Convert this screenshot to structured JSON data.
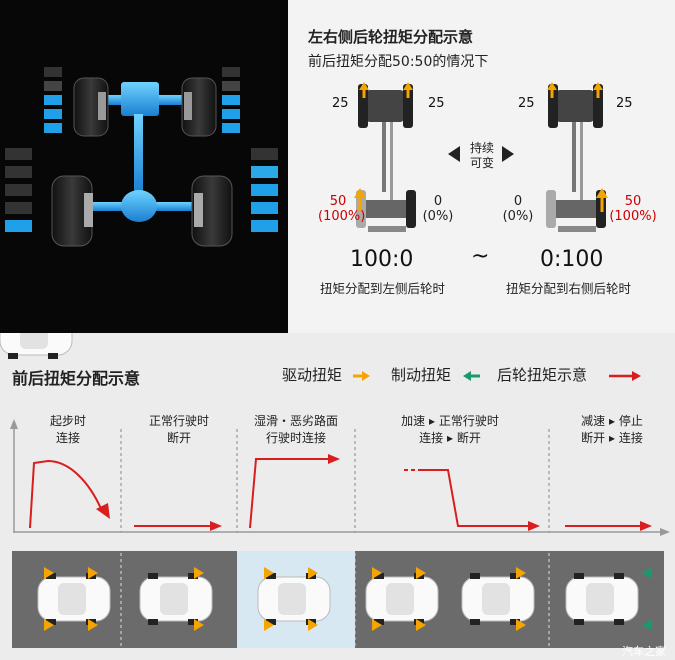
{
  "diagram": {
    "title": "左右侧后轮扭矩分配示意",
    "subtitle": "前后扭矩分配50:50的情况下",
    "left_car": {
      "front_left": "25",
      "front_right": "25",
      "rear_left_value": "50",
      "rear_left_pct": "(100%)",
      "rear_right_value": "0",
      "rear_right_pct": "(0%)",
      "ratio": "100:0",
      "caption": "扭矩分配到左侧后轮时"
    },
    "right_car": {
      "front_left": "25",
      "front_right": "25",
      "rear_left_value": "0",
      "rear_left_pct": "(0%)",
      "rear_right_value": "50",
      "rear_right_pct": "(100%)",
      "ratio": "0:100",
      "caption": "扭矩分配到右侧后轮时"
    },
    "middle_label_line1": "持续",
    "middle_label_line2": "可变",
    "tilde": "~"
  },
  "bottom": {
    "title": "前后扭矩分配示意",
    "legend": [
      {
        "label": "驱动扭矩",
        "color": "#f5a400"
      },
      {
        "label": "制动扭矩",
        "color": "#1a9a6c"
      },
      {
        "label": "后轮扭矩示意",
        "color": "#d81e1e"
      }
    ],
    "columns": [
      {
        "line1": "起步时",
        "line2": "连接"
      },
      {
        "line1": "正常行驶时",
        "line2": "断开"
      },
      {
        "line1": "湿滑・恶劣路面",
        "line2": "行驶时连接"
      },
      {
        "line1": "加速 ▸ 正常行驶时",
        "line2": "连接 ▸ 断开"
      },
      {
        "line1": "减速 ▸ 停止",
        "line2": "断开 ▸ 连接"
      }
    ]
  },
  "watermark": "汽车之家",
  "colors": {
    "torque_blue": "#1fa0e8",
    "drive_orange": "#f5a400",
    "brake_green": "#1a9a6c",
    "rear_red": "#d81e1e"
  }
}
